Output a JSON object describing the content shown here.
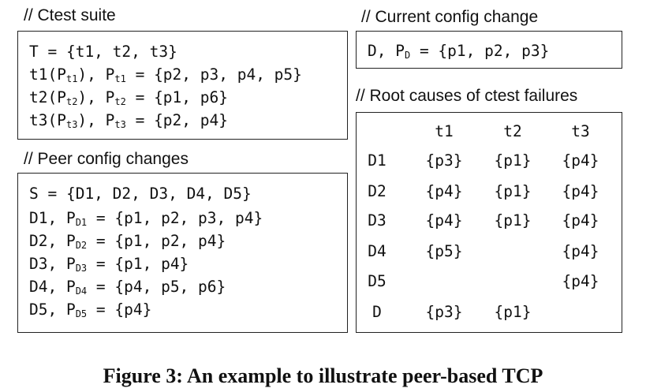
{
  "ctest_suite": {
    "comment": "// Ctest suite",
    "lines": [
      {
        "pre": "T = {t1, t2, t3}",
        "sub": "",
        "post": ""
      },
      {
        "pre": "t1(P",
        "sub": "t1",
        "mid": "), P",
        "sub2": "t1",
        "post": " = {p2, p3, p4, p5}"
      },
      {
        "pre": "t2(P",
        "sub": "t2",
        "mid": "), P",
        "sub2": "t2",
        "post": " = {p1, p6}"
      },
      {
        "pre": "t3(P",
        "sub": "t3",
        "mid": "), P",
        "sub2": "t3",
        "post": " = {p2, p4}"
      }
    ]
  },
  "current_change": {
    "comment": "// Current config change",
    "pre": "D, P",
    "sub": "D",
    "post": " = {p1, p2, p3}"
  },
  "peer_changes": {
    "comment": "// Peer config changes",
    "first_line": "S = {D1, D2, D3, D4, D5}",
    "lines": [
      {
        "pre": "D1, P",
        "sub": "D1",
        "post": " = {p1, p2, p3, p4}"
      },
      {
        "pre": "D2, P",
        "sub": "D2",
        "post": " = {p1, p2, p4}"
      },
      {
        "pre": "D3, P",
        "sub": "D3",
        "post": " = {p1, p4}"
      },
      {
        "pre": "D4, P",
        "sub": "D4",
        "post": " = {p4, p5, p6}"
      },
      {
        "pre": "D5, P",
        "sub": "D5",
        "post": " = {p4}"
      }
    ]
  },
  "root_causes": {
    "comment": "// Root causes of ctest failures",
    "columns": [
      "t1",
      "t2",
      "t3"
    ],
    "rows": [
      {
        "label": "D1",
        "cells": [
          "{p3}",
          "{p1}",
          "{p4}"
        ]
      },
      {
        "label": "D2",
        "cells": [
          "{p4}",
          "{p1}",
          "{p4}"
        ]
      },
      {
        "label": "D3",
        "cells": [
          "{p4}",
          "{p1}",
          "{p4}"
        ]
      },
      {
        "label": "D4",
        "cells": [
          "{p5}",
          "",
          "{p4}"
        ]
      },
      {
        "label": "D5",
        "cells": [
          "",
          "",
          "{p4}"
        ]
      },
      {
        "label": "D",
        "cells": [
          "{p3}",
          "{p1}",
          ""
        ]
      }
    ]
  },
  "caption": "Figure 3: An example to illustrate peer-based TCP"
}
